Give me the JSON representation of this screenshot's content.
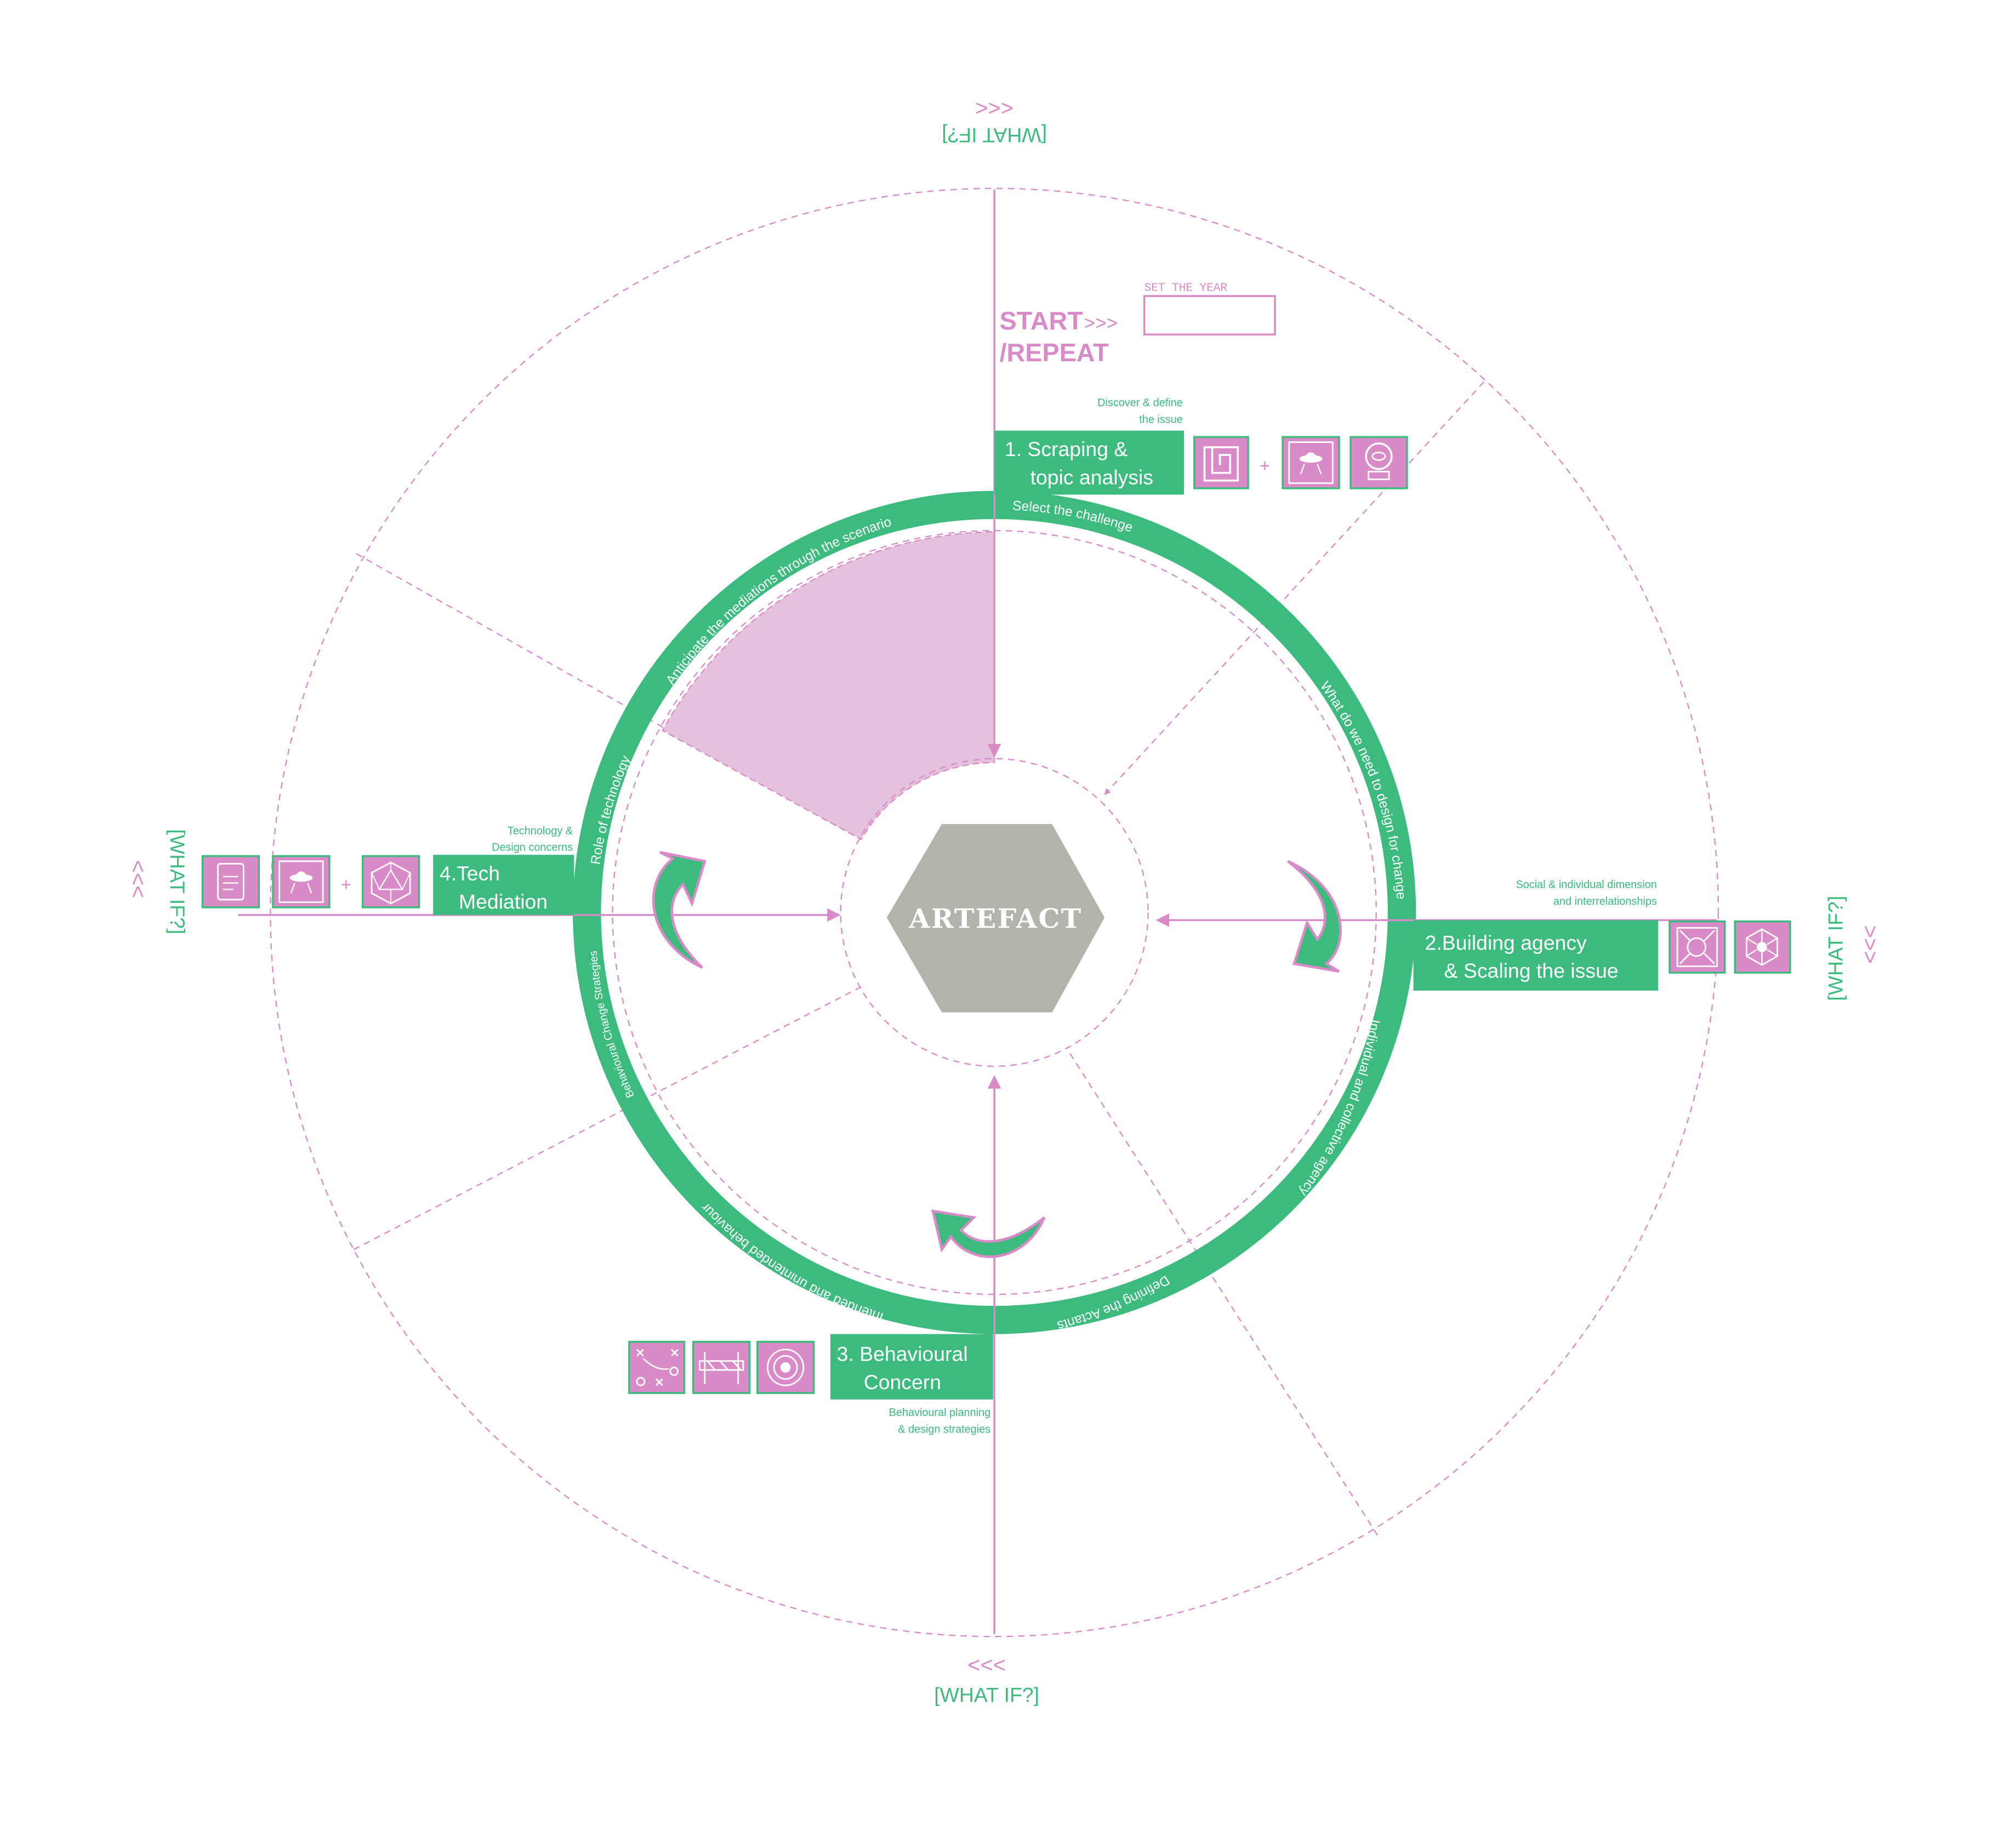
{
  "colors": {
    "green": "#3dba7e",
    "pink": "#d98bc7",
    "pink_fill": "#e4c1dc",
    "grey": "#b3b3ab",
    "white": "#ffffff"
  },
  "center": {
    "label": "ARTEFACT"
  },
  "start": {
    "line1": "START",
    "line2": "/REPEAT",
    "arrows": ">>>",
    "year_label": "SET THE YEAR",
    "year_value": ""
  },
  "what_if": {
    "top": {
      "text": "[WHAT IF?]",
      "arrows": ">>>"
    },
    "right": {
      "text": "[WHAT IF?]",
      "arrows": "<<<"
    },
    "bottom": {
      "text": "[WHAT IF?]",
      "arrows": "<<<"
    },
    "left": {
      "text": "[WHAT IF?]",
      "arrows": "<<<"
    }
  },
  "ring_labels": {
    "select_challenge": "Select the challenge",
    "design_for_change": "What do we need to design for change?",
    "agency": "Individual and collective agency",
    "actants": "Defining the Actants",
    "behaviour": "Intended and unintended behaviour",
    "strategies": "Behavioural Change Strategies",
    "role_tech": "Role of technology",
    "anticipate": "Anticipate the mediations through the scenario"
  },
  "stages": [
    {
      "id": "scraping",
      "line1": "1. Scraping &",
      "line2": "topic analysis",
      "note1": "Discover & define",
      "note2": "the issue",
      "plus": "+",
      "icons": [
        "maze-icon",
        "film-ufo-icon",
        "crystal-ball-icon"
      ]
    },
    {
      "id": "agency",
      "line1": "2.Building agency",
      "line2": "& Scaling the issue",
      "note1": "Social & individual dimension",
      "note2": "and interrelationships",
      "icons": [
        "scale-arrows-icon",
        "network-icon"
      ]
    },
    {
      "id": "behaviour",
      "line1": "3. Behavioural",
      "line2": "Concern",
      "note1": "Behavioural planning",
      "note2": "& design strategies",
      "icons": [
        "strategy-play-icon",
        "barrier-icon",
        "target-icon"
      ]
    },
    {
      "id": "tech",
      "line1": "4.Tech",
      "line2": "Mediation",
      "note1": "Technology &",
      "note2": "Design concerns",
      "plus": "+",
      "icons": [
        "document-icon",
        "film-ufo-icon",
        "polyhedron-icon"
      ]
    }
  ]
}
